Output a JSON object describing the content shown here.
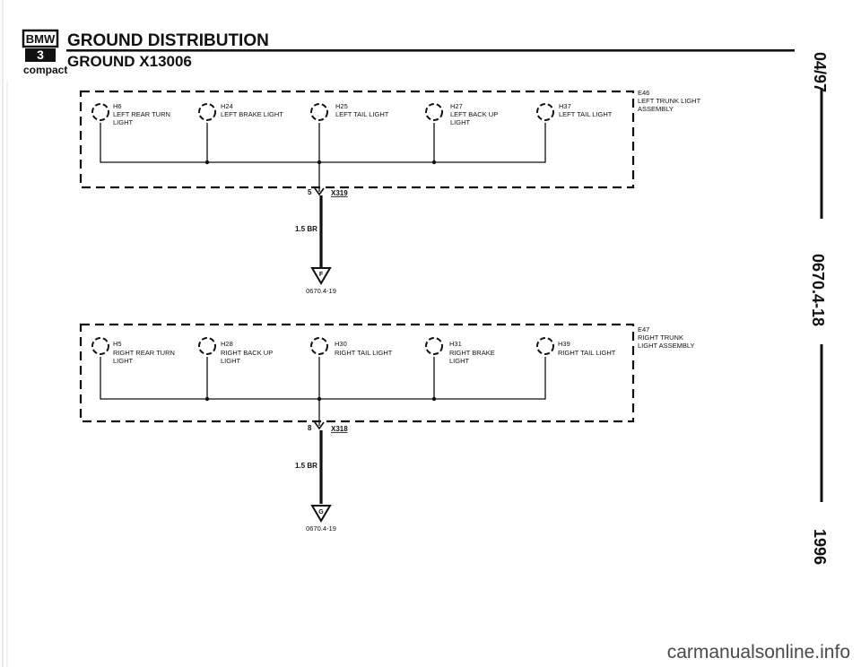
{
  "header": {
    "logo_top": "BMW",
    "logo_bottom": "3",
    "logo_sub": "compact",
    "title": "GROUND DISTRIBUTION",
    "subtitle": "GROUND X13006"
  },
  "sidebar": {
    "date": "04/97",
    "page_code": "0670.4-18",
    "year": "1996"
  },
  "left_assembly": {
    "name": "E46",
    "desc_lines": [
      "LEFT TRUNK LIGHT",
      "ASSEMBLY"
    ],
    "lamps": [
      {
        "id": "H6",
        "lines": [
          "LEFT REAR TURN",
          "LIGHT"
        ]
      },
      {
        "id": "H24",
        "lines": [
          "LEFT BRAKE LIGHT"
        ]
      },
      {
        "id": "H25",
        "lines": [
          "LEFT TAIL LIGHT"
        ]
      },
      {
        "id": "H27",
        "lines": [
          "LEFT BACK UP",
          "LIGHT"
        ]
      },
      {
        "id": "H37",
        "lines": [
          "LEFT TAIL LIGHT"
        ]
      }
    ],
    "connector_pin": "5",
    "connector": "X319",
    "wire": "1.5 BR",
    "ref_letter": "F",
    "ref_page": "0670.4-19"
  },
  "right_assembly": {
    "name": "E47",
    "desc_lines": [
      "RIGHT TRUNK",
      "LIGHT ASSEMBLY"
    ],
    "lamps": [
      {
        "id": "H5",
        "lines": [
          "RIGHT REAR TURN",
          "LIGHT"
        ]
      },
      {
        "id": "H28",
        "lines": [
          "RIGHT BACK UP",
          "LIGHT"
        ]
      },
      {
        "id": "H30",
        "lines": [
          "RIGHT TAIL LIGHT"
        ]
      },
      {
        "id": "H31",
        "lines": [
          "RIGHT BRAKE",
          "LIGHT"
        ]
      },
      {
        "id": "H39",
        "lines": [
          "RIGHT TAIL LIGHT"
        ]
      }
    ],
    "connector_pin": "8",
    "connector": "X318",
    "wire": "1.5 BR",
    "ref_letter": "G",
    "ref_page": "0670.4-19"
  },
  "watermark": "carmanualsonline.info"
}
